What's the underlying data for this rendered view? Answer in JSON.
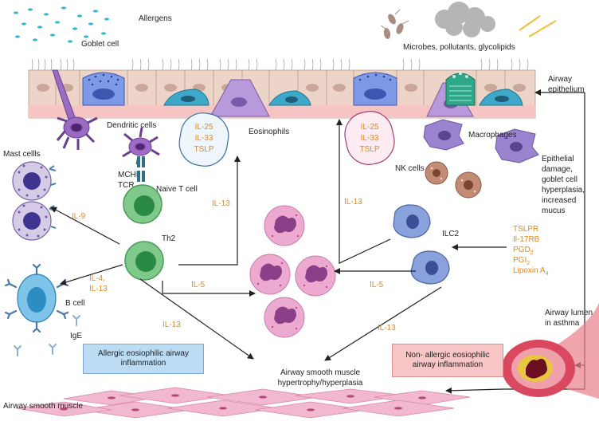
{
  "labels": {
    "allergens": "Allergens",
    "microbes": "Microbes, pollutants, glycolipids",
    "goblet_cell": "Goblet cell",
    "dendritic_cells": "Dendritic cells",
    "eosinophils": "Eosinophils",
    "macrophages": "Macrophages",
    "airway_epithelium_1": "Airway",
    "airway_epithelium_2": "epithelium",
    "mast_cells": "Mast cellls",
    "mchii": "MCHII",
    "tcr": "TCR",
    "naive_t_cell": "Naive T cell",
    "nk_cells": "NK cells",
    "damage_lines": [
      "Epithelial",
      "damage,",
      "goblet cell",
      "hyperplasia,",
      "increased",
      "mucus"
    ],
    "ilc2": "ILC2",
    "th2": "Th2",
    "b_cell": "B cell",
    "ige": "IgE",
    "airway_lumen_1": "Airway lumen",
    "airway_lumen_2": "in asthma",
    "smooth_muscle_1": "Airway smooth muscle",
    "smooth_muscle_2": "hypertrophy/hyperplasia",
    "airway_smooth_muscle": "Airway smooth muscle"
  },
  "cytokines": {
    "left_group": [
      "IL-25",
      "IL-33",
      "TSLP"
    ],
    "right_group": [
      "IL-25",
      "IL-33",
      "TSLP"
    ],
    "il9": "IL-9",
    "il13_top": "IL-13",
    "il13_right": "IL-13",
    "il4_1": "IL-4,",
    "il4_2": "IL-13",
    "il5_left": "IL-5",
    "il5_right": "IL-5",
    "il13_bottom_left": "IL-13",
    "il13_bottom_right": "IL-13",
    "ilc2_factors": [
      "TSLPR",
      "Il-17RB",
      "PGD",
      "PGI",
      "Lipoxin A"
    ],
    "ilc2_factor_subs": [
      "",
      "",
      "2",
      "2",
      "4"
    ]
  },
  "boxes": {
    "allergic_1": "Allergic eosiophilic airway",
    "allergic_2": "inflammation",
    "non_allergic_1": "Non- allergic eosiophilic",
    "non_allergic_2": "airway inflammation"
  },
  "colors": {
    "cytokine": "#e08a1e",
    "epithelium": "#f2d9cc",
    "th2_cell": "#6fbf7a",
    "eosinophil": "#e9a6c9",
    "muscle": "#f2b8cf",
    "allergic_box": "#bcdcf4",
    "non_allergic_box": "#f8c6c6"
  }
}
